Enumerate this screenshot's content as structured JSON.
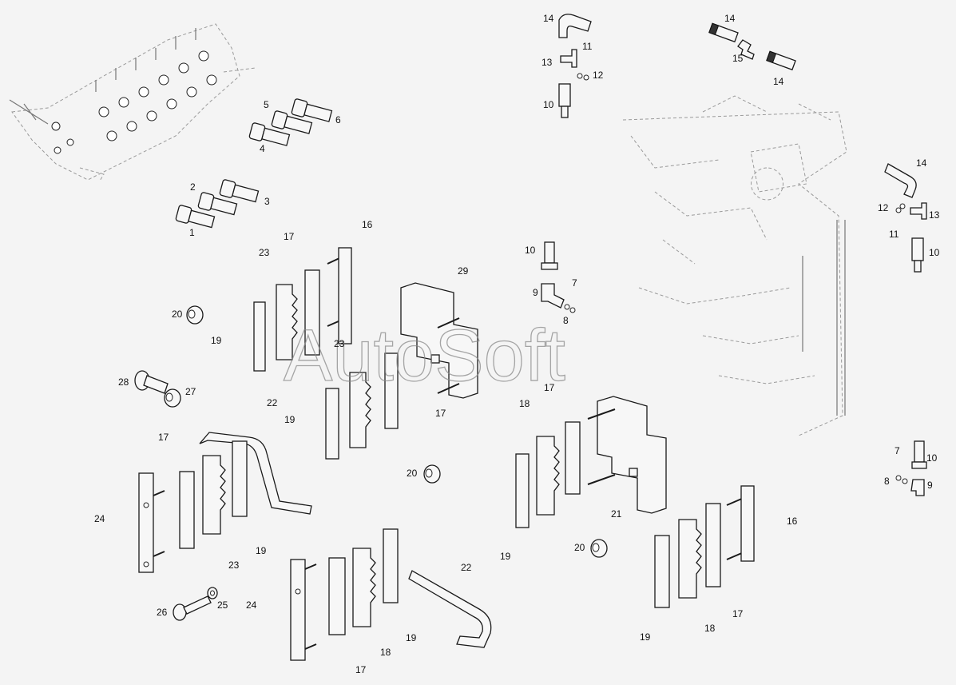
{
  "watermark": "AutoSoft",
  "callouts": {
    "c1": "1",
    "c2": "2",
    "c3": "3",
    "c4": "4",
    "c5": "5",
    "c6": "6",
    "c7a": "7",
    "c7b": "7",
    "c8a": "8",
    "c8b": "8",
    "c9a": "9",
    "c9b": "9",
    "c10a": "10",
    "c10b": "10",
    "c10c": "10",
    "c10d": "10",
    "c11a": "11",
    "c11b": "11",
    "c12a": "12",
    "c12b": "12",
    "c13a": "13",
    "c13b": "13",
    "c14a": "14",
    "c14b": "14",
    "c14c": "14",
    "c14d": "14",
    "c15": "15",
    "c16a": "16",
    "c16b": "16",
    "c17a": "17",
    "c17b": "17",
    "c17c": "17",
    "c17d": "17",
    "c17e": "17",
    "c17f": "17",
    "c18a": "18",
    "c18b": "18",
    "c18c": "18",
    "c19a": "19",
    "c19b": "19",
    "c19c": "19",
    "c19d": "19",
    "c19e": "19",
    "c19f": "19",
    "c20a": "20",
    "c20b": "20",
    "c20c": "20",
    "c21": "21",
    "c22a": "22",
    "c22b": "22",
    "c23a": "23",
    "c23b": "23",
    "c23c": "23",
    "c24a": "24",
    "c24b": "24",
    "c25": "25",
    "c26": "26",
    "c27": "27",
    "c28": "28",
    "c29": "29"
  }
}
